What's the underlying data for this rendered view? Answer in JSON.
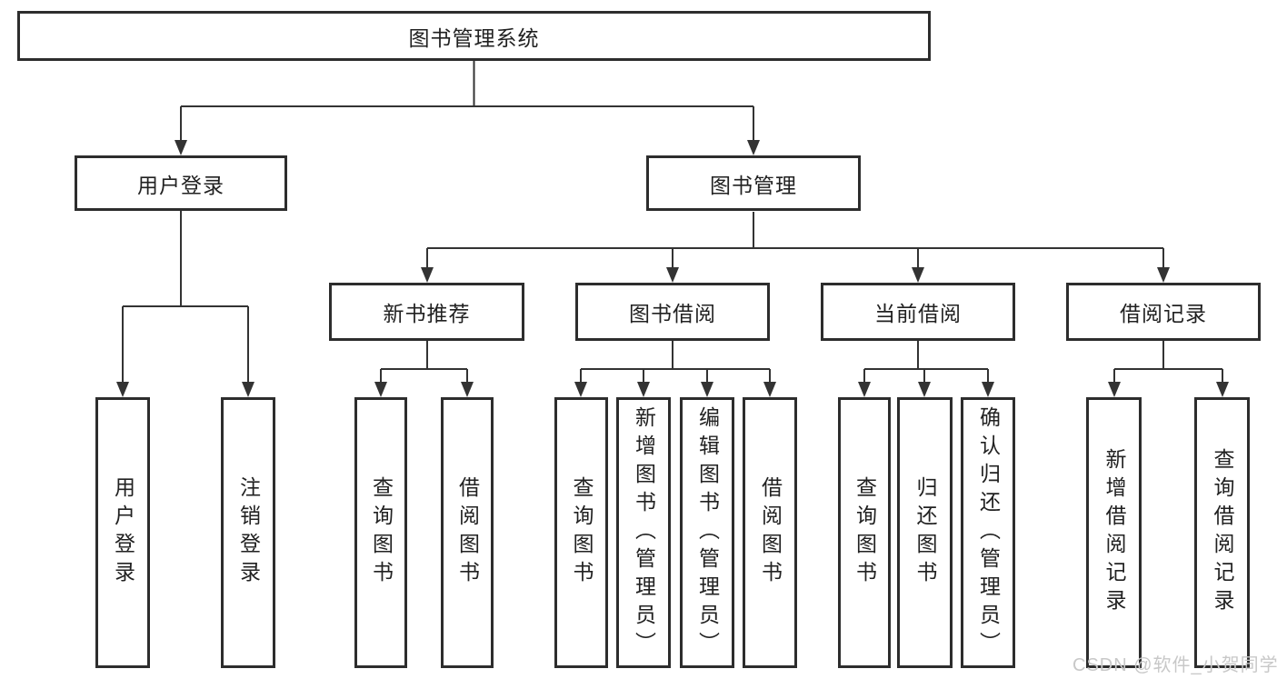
{
  "tree": {
    "label": "图书管理系统",
    "children": [
      {
        "label": "用户登录",
        "children": [
          {
            "label": "用户登录"
          },
          {
            "label": "注销登录"
          }
        ]
      },
      {
        "label": "图书管理",
        "children": [
          {
            "label": "新书推荐",
            "children": [
              {
                "label": "查询图书"
              },
              {
                "label": "借阅图书"
              }
            ]
          },
          {
            "label": "图书借阅",
            "children": [
              {
                "label": "查询图书"
              },
              {
                "label": "新增图书（管理员）"
              },
              {
                "label": "编辑图书（管理员）"
              },
              {
                "label": "借阅图书"
              }
            ]
          },
          {
            "label": "当前借阅",
            "children": [
              {
                "label": "查询图书"
              },
              {
                "label": "归还图书"
              },
              {
                "label": "确认归还（管理员）"
              }
            ]
          },
          {
            "label": "借阅记录",
            "children": [
              {
                "label": "新增借阅记录"
              },
              {
                "label": "查询借阅记录"
              }
            ]
          }
        ]
      }
    ]
  },
  "watermark": {
    "text": "CSDN @软件_小贺同学"
  },
  "colors": {
    "line": "#333333",
    "box_border": "#2d2d2d",
    "text": "#212121",
    "watermark": "#c8c8c8",
    "background": "#ffffff"
  }
}
